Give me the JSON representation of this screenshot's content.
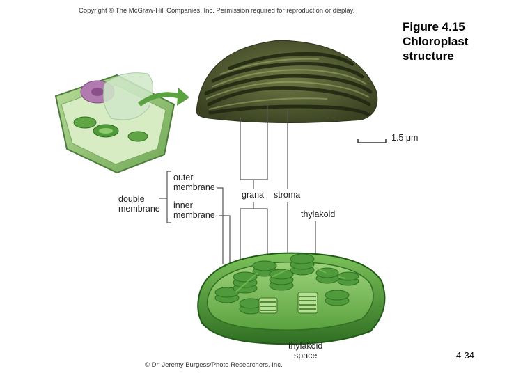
{
  "copyright": "Copyright © The McGraw-Hill Companies, Inc. Permission required for reproduction or display.",
  "figure_title": "Figure 4.15\nChloroplast\nstructure",
  "slide_number": "4-34",
  "photo_credit": "© Dr. Jeremy Burgess/Photo Researchers, Inc.",
  "scale_bar": "1.5 μm",
  "labels": {
    "outer_membrane_1": "outer",
    "outer_membrane_2": "membrane",
    "double_membrane_1": "double",
    "double_membrane_2": "membrane",
    "inner_membrane_1": "inner",
    "inner_membrane_2": "membrane",
    "grana": "grana",
    "stroma": "stroma",
    "thylakoid": "thylakoid",
    "thylakoid_space_1": "thylakoid",
    "thylakoid_space_2": "space"
  },
  "colors": {
    "chloroplast_green": "#4f9a3a",
    "chloroplast_dark": "#2f6e22",
    "micrograph_dark": "#2b3318",
    "micrograph_light": "#8f9a60",
    "leader_line": "#555555"
  }
}
